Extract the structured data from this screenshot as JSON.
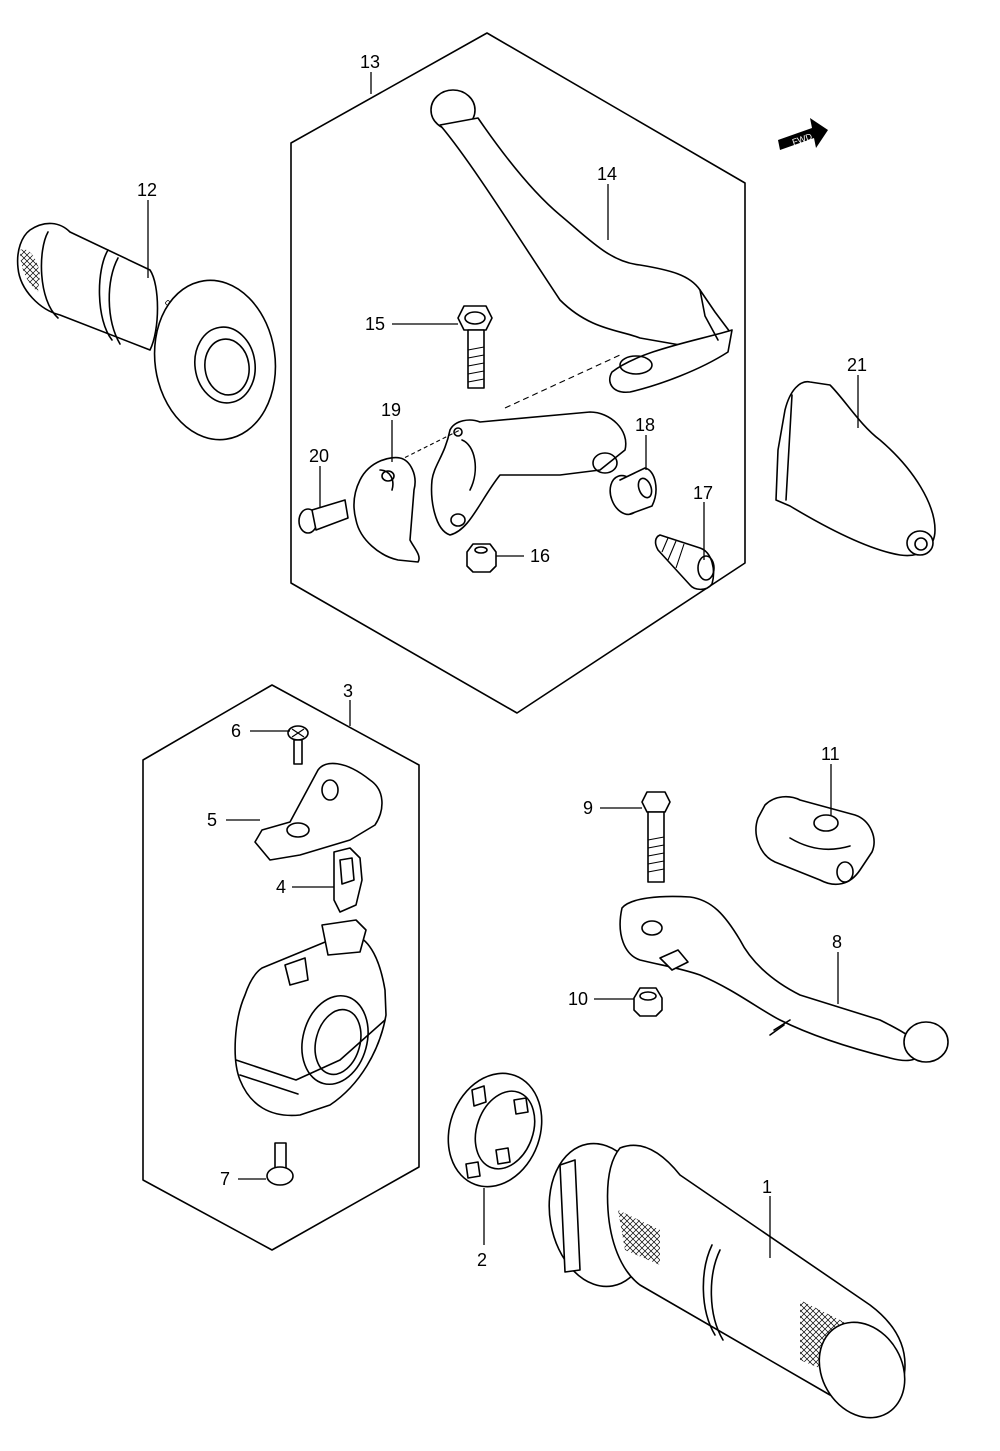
{
  "fwd_badge": "FWD",
  "callouts": {
    "c1": "1",
    "c2": "2",
    "c3": "3",
    "c4": "4",
    "c5": "5",
    "c6": "6",
    "c7": "7",
    "c8": "8",
    "c9": "9",
    "c10": "10",
    "c11": "11",
    "c12": "12",
    "c13": "13",
    "c14": "14",
    "c15": "15",
    "c16": "16",
    "c17": "17",
    "c18": "18",
    "c19": "19",
    "c20": "20",
    "c21": "21"
  }
}
